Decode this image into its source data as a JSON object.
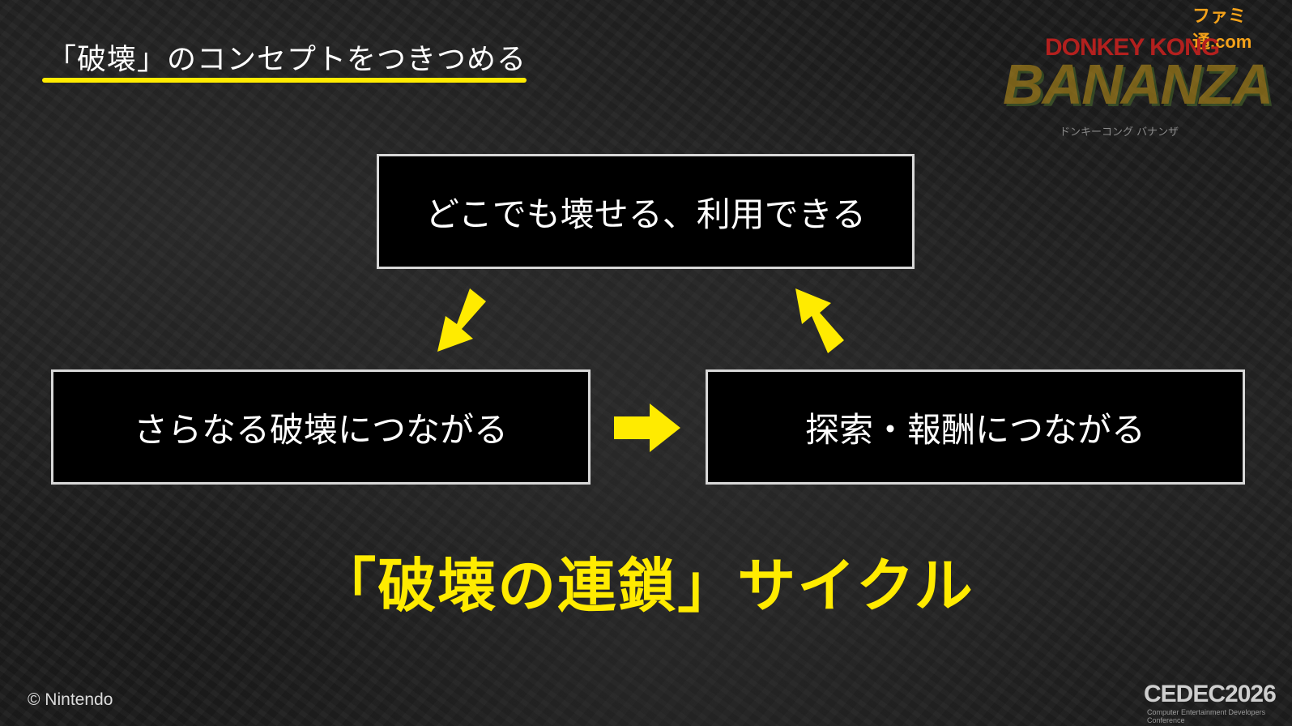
{
  "slide": {
    "title": "「破壊」のコンセプトをつきつめる",
    "box_top": "どこでも壊せる、利用できる",
    "box_left": "さらなる破壊につながる",
    "box_right": "探索・報酬につながる",
    "cycle_label": "「破壊の連鎖」サイクル",
    "copyright": "© Nintendo",
    "event_logo": "CEDEC2026",
    "event_sub": "Computer Entertainment Developers Conference",
    "watermark": "ファミ通.com",
    "game_logo_top": "DONKEY KONG",
    "game_logo_main": "BANANZA",
    "game_logo_kana": "ドンキーコング バナンザ"
  },
  "colors": {
    "accent": "#ffeb00",
    "box_bg": "#000000",
    "box_border": "#d8d8d8"
  },
  "icons": {
    "arrow_down_left": "arrow-down-left-icon",
    "arrow_right": "arrow-right-icon",
    "arrow_up_left": "arrow-up-left-icon"
  }
}
